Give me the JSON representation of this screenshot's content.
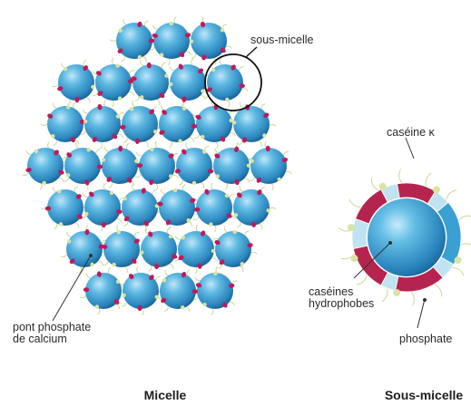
{
  "labels": {
    "sub_micelle_pointer": "sous-micelle",
    "bridge_line1": "pont phosphate",
    "bridge_line2": "de calcium",
    "kappa_casein": "caséine κ",
    "hydrophobic_line1": "caséines",
    "hydrophobic_line2": "hydrophobes",
    "phosphate": "phosphate"
  },
  "captions": {
    "left": "Micelle",
    "right": "Sous-micelle"
  },
  "colors": {
    "sphere_light": "#a9d9f2",
    "sphere_mid": "#3a9fd2",
    "sphere_dark": "#145e8e",
    "bridge": "#c2185b",
    "kappa_segment": "#b5244f",
    "phosphate_dot": "#d9e4a3",
    "pale_segment": "#bfe3f1",
    "hair": "#c9d89a"
  },
  "legend": {
    "sphere": "sphere-icon",
    "bridge": "pink-bridge-icon",
    "phosphate": "phosphate-dot-icon"
  }
}
